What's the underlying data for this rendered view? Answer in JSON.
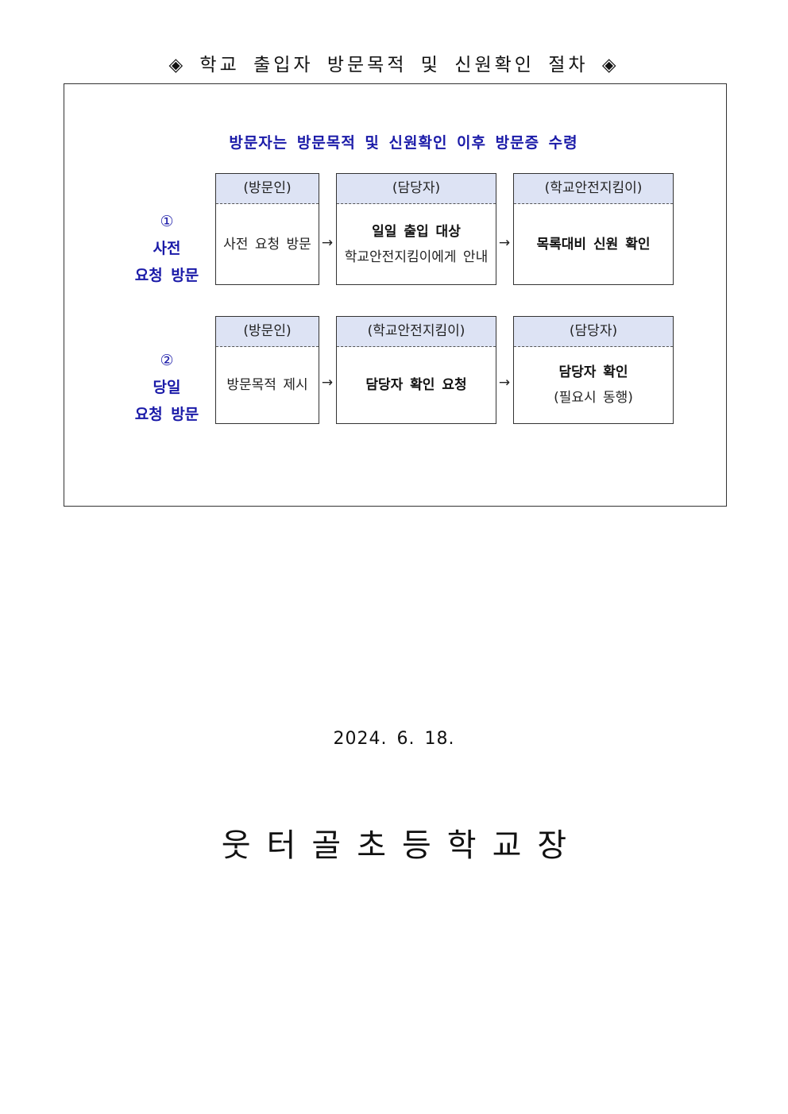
{
  "title": "◈ 학교 출입자 방문목적 및 신원확인 절차 ◈",
  "banner": "방문자는 방문목적 및 신원확인 이후 방문증 수령",
  "rows": [
    {
      "number": "①",
      "name": "사전",
      "sub": "요청 방문",
      "steps": [
        {
          "header": "(방문인)",
          "lines": [
            "사전 요청 방문"
          ]
        },
        {
          "header": "(담당자)",
          "lines": [
            "일일 출입 대상",
            "학교안전지킴이에게 안내"
          ]
        },
        {
          "header": "(학교안전지킴이)",
          "lines": [
            "목록대비 신원 확인"
          ]
        }
      ]
    },
    {
      "number": "②",
      "name": "당일",
      "sub": "요청 방문",
      "steps": [
        {
          "header": "(방문인)",
          "lines": [
            "방문목적 제시"
          ]
        },
        {
          "header": "(학교안전지킴이)",
          "lines": [
            "담당자 확인 요청"
          ]
        },
        {
          "header": "(담당자)",
          "lines": [
            "담당자 확인",
            "(필요시 동행)"
          ]
        }
      ]
    }
  ],
  "arrow": "→",
  "date": "2024. 6. 18.",
  "signature": "웃터골초등학교장",
  "colors": {
    "accent": "#1a1aa8",
    "header_bg": "#dde3f4"
  }
}
